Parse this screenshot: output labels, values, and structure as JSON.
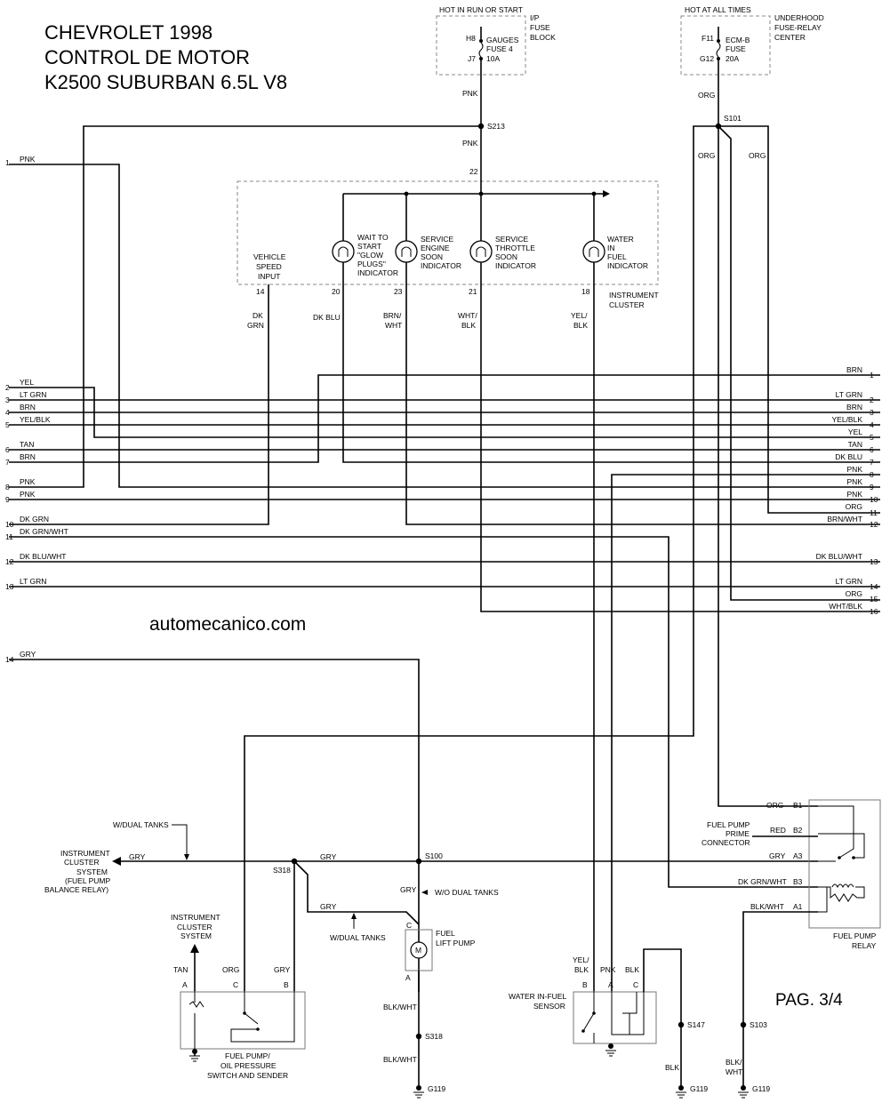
{
  "title": {
    "line1": "CHEVROLET 1998",
    "line2": "CONTROL DE MOTOR",
    "line3": "K2500 SUBURBAN 6.5L V8"
  },
  "watermark": "automecanico.com",
  "page_label": "PAG. 3/4",
  "fuse_ip": {
    "header": "HOT IN RUN OR START",
    "block_label": [
      "I/P",
      "FUSE",
      "BLOCK"
    ],
    "pin_top": "H8",
    "pin_bottom": "J7",
    "fuse_text": [
      "GAUGES",
      "FUSE 4",
      "10A"
    ]
  },
  "fuse_uh": {
    "header": "HOT AT ALL TIMES",
    "block_label": [
      "UNDERHOOD",
      "FUSE-RELAY",
      "CENTER"
    ],
    "pin_top": "F11",
    "pin_bottom": "G12",
    "fuse_text": [
      "ECM-B",
      "FUSE",
      "20A"
    ]
  },
  "splices": {
    "s213": "S213",
    "s101": "S101",
    "s100": "S100",
    "s318a": "S318",
    "s318b": "S318",
    "s147": "S147",
    "s103": "S103"
  },
  "wire_colors": {
    "pnk": "PNK",
    "org": "ORG",
    "gry": "GRY",
    "blk": "BLK",
    "blk_wht": "BLK/WHT",
    "blk_slash": "BLK/",
    "wht": "WHT",
    "dk": "DK",
    "grn": "GRN",
    "dk_blu": "DK BLU",
    "brn_slash": "BRN/",
    "wht_slash": "WHT/",
    "yel_slash": "YEL/",
    "red": "RED",
    "dk_grn_wht": "DK GRN/WHT",
    "tan": "TAN"
  },
  "cluster": {
    "pin_22": "22",
    "label": [
      "INSTRUMENT",
      "CLUSTER"
    ],
    "vehicle_speed": [
      "VEHICLE",
      "SPEED",
      "INPUT"
    ],
    "indicators": [
      {
        "lines": [
          "WAIT TO",
          "START",
          "\"GLOW",
          "PLUGS\"",
          "INDICATOR"
        ],
        "pin": "20"
      },
      {
        "lines": [
          "SERVICE",
          "ENGINE",
          "SOON",
          "INDICATOR"
        ],
        "pin": "23"
      },
      {
        "lines": [
          "SERVICE",
          "THROTTLE",
          "SOON",
          "INDICATOR"
        ],
        "pin": "21"
      },
      {
        "lines": [
          "WATER",
          "IN",
          "FUEL",
          "INDICATOR"
        ],
        "pin": "18"
      }
    ],
    "pin_14": "14"
  },
  "left_conn": [
    {
      "num": "1",
      "color": "PNK"
    },
    {
      "num": "2",
      "color": "YEL"
    },
    {
      "num": "3",
      "color": "LT GRN"
    },
    {
      "num": "4",
      "color": "BRN"
    },
    {
      "num": "5",
      "color": "YEL/BLK"
    },
    {
      "num": "6",
      "color": "TAN"
    },
    {
      "num": "7",
      "color": "BRN"
    },
    {
      "num": "8",
      "color": "PNK"
    },
    {
      "num": "9",
      "color": "PNK"
    },
    {
      "num": "10",
      "color": "DK GRN"
    },
    {
      "num": "11",
      "color": "DK GRN/WHT"
    },
    {
      "num": "12",
      "color": "DK BLU/WHT"
    },
    {
      "num": "13",
      "color": "LT GRN"
    },
    {
      "num": "14",
      "color": "GRY"
    }
  ],
  "right_conn": [
    {
      "num": "1",
      "color": "BRN"
    },
    {
      "num": "2",
      "color": "LT GRN"
    },
    {
      "num": "3",
      "color": "BRN"
    },
    {
      "num": "4",
      "color": "YEL/BLK"
    },
    {
      "num": "5",
      "color": "YEL"
    },
    {
      "num": "6",
      "color": "TAN"
    },
    {
      "num": "7",
      "color": "DK BLU"
    },
    {
      "num": "8",
      "color": "PNK"
    },
    {
      "num": "9",
      "color": "PNK"
    },
    {
      "num": "10",
      "color": "PNK"
    },
    {
      "num": "11",
      "color": "ORG"
    },
    {
      "num": "12",
      "color": "BRN/WHT"
    },
    {
      "num": "13",
      "color": "DK BLU/WHT"
    },
    {
      "num": "14",
      "color": "LT GRN"
    },
    {
      "num": "15",
      "color": "ORG"
    },
    {
      "num": "16",
      "color": "WHT/BLK"
    }
  ],
  "lower": {
    "w_dual_tanks_top": "W/DUAL TANKS",
    "w_dual_tanks_bottom": "W/DUAL TANKS",
    "wo_dual_tanks": "W/O DUAL TANKS",
    "inst_cluster_left": [
      "INSTRUMENT",
      "CLUSTER",
      "SYSTEM",
      "(FUEL PUMP",
      "BALANCE RELAY)"
    ],
    "inst_cluster_up": [
      "INSTRUMENT",
      "CLUSTER",
      "SYSTEM"
    ],
    "fuel_lift_pump": [
      "FUEL",
      "LIFT PUMP"
    ],
    "motor_symbol": "M",
    "pin_c": "C",
    "pin_a": "A",
    "pin_b": "B",
    "fuel_pump_switch": [
      "FUEL PUMP/",
      "OIL PRESSURE",
      "SWITCH AND SENDER"
    ],
    "water_sensor": [
      "WATER IN-FUEL",
      "SENSOR"
    ],
    "fuel_pump_relay": [
      "FUEL PUMP",
      "RELAY"
    ],
    "prime_connector": [
      "FUEL PUMP",
      "PRIME",
      "CONNECTOR"
    ],
    "relay_pins": [
      "B1",
      "B2",
      "A3",
      "B3",
      "A1"
    ],
    "g119": "G119"
  }
}
